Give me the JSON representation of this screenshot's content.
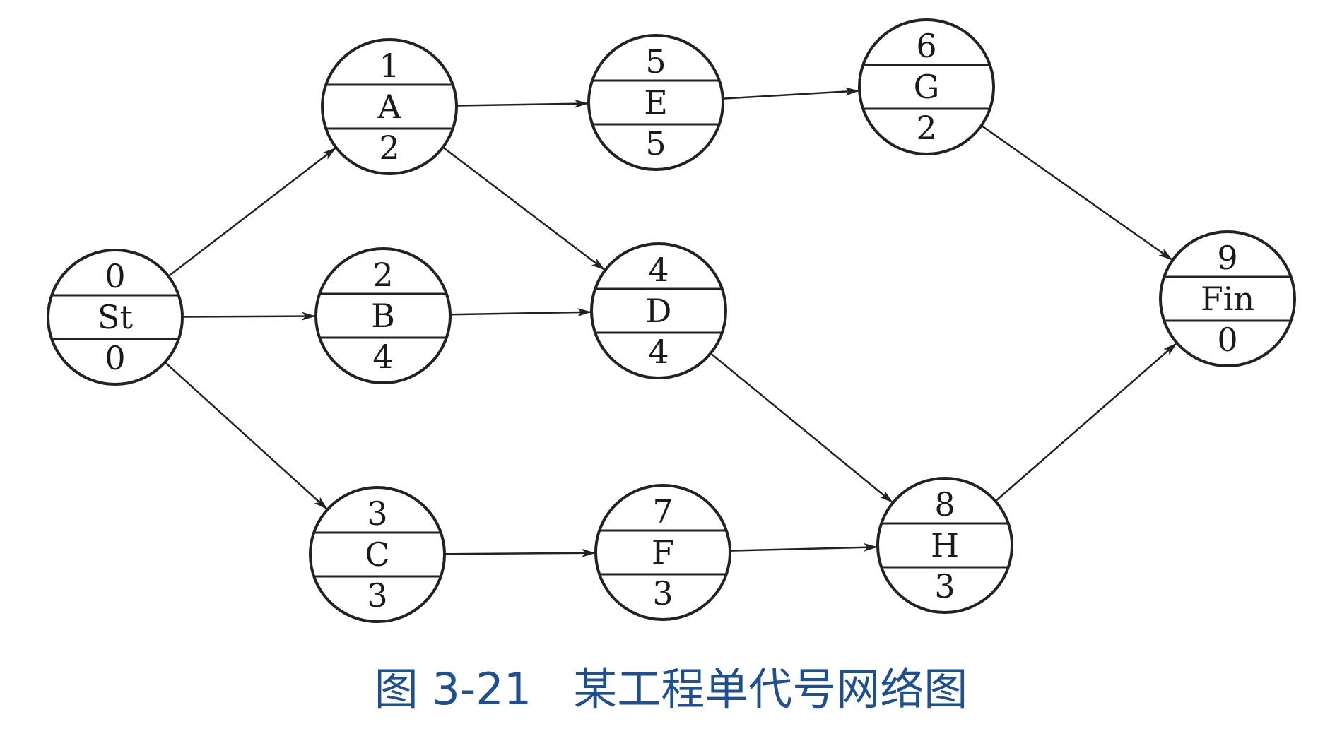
{
  "diagram": {
    "caption": "图 3-21   某工程单代号网络图",
    "colors": {
      "stroke": "#222222",
      "caption": "#1f4f8f"
    },
    "nodes": [
      {
        "id": "St",
        "number": "0",
        "label": "St",
        "duration": "0"
      },
      {
        "id": "A",
        "number": "1",
        "label": "A",
        "duration": "2"
      },
      {
        "id": "B",
        "number": "2",
        "label": "B",
        "duration": "4"
      },
      {
        "id": "C",
        "number": "3",
        "label": "C",
        "duration": "3"
      },
      {
        "id": "D",
        "number": "4",
        "label": "D",
        "duration": "4"
      },
      {
        "id": "E",
        "number": "5",
        "label": "E",
        "duration": "5"
      },
      {
        "id": "F",
        "number": "7",
        "label": "F",
        "duration": "3"
      },
      {
        "id": "G",
        "number": "6",
        "label": "G",
        "duration": "2"
      },
      {
        "id": "H",
        "number": "8",
        "label": "H",
        "duration": "3"
      },
      {
        "id": "Fin",
        "number": "9",
        "label": "Fin",
        "duration": "0"
      }
    ],
    "edges": [
      {
        "from": "St",
        "to": "A"
      },
      {
        "from": "St",
        "to": "B"
      },
      {
        "from": "St",
        "to": "C"
      },
      {
        "from": "A",
        "to": "E"
      },
      {
        "from": "A",
        "to": "D"
      },
      {
        "from": "B",
        "to": "D"
      },
      {
        "from": "E",
        "to": "G"
      },
      {
        "from": "G",
        "to": "Fin"
      },
      {
        "from": "D",
        "to": "H"
      },
      {
        "from": "C",
        "to": "F"
      },
      {
        "from": "F",
        "to": "H"
      },
      {
        "from": "H",
        "to": "Fin"
      }
    ]
  }
}
